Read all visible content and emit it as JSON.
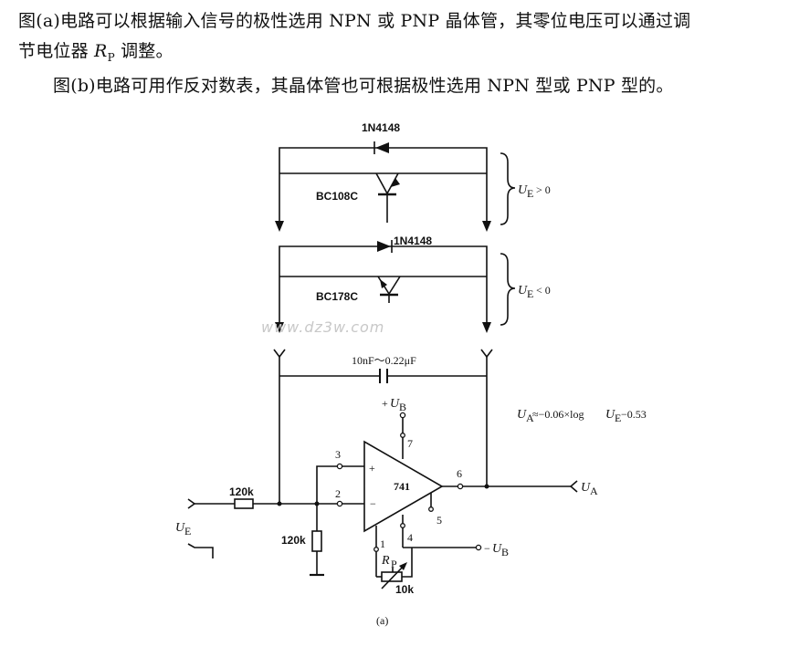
{
  "text": {
    "para1_line1": "图(a)电路可以根据输入信号的极性选用 NPN 或 PNP 晶体管，其零位电压可以通过调",
    "para1_line2_pre": "节电位器 ",
    "para1_rp": "R",
    "para1_rp_sub": "P",
    "para1_line2_post": " 调整。",
    "para2": "图(b)电路可用作反对数表，其晶体管也可根据极性选用 NPN 型或 PNP 型的。"
  },
  "schematic": {
    "diode_top": "1N4148",
    "transistor_top": "BC108C",
    "condition_top": "> 0",
    "diode_bottom": "1N4148",
    "transistor_bottom": "BC178C",
    "condition_bottom": "< 0",
    "ue_main": "U",
    "ue_sub": "E",
    "watermark": "www.dz3w.com",
    "capacitor": "10nF～0.22μF",
    "supply_pos_prefix": "+",
    "supply_u": "U",
    "supply_sub": "B",
    "supply_neg_prefix": "−",
    "formula": "U",
    "formula_sub_a": "A",
    "formula_mid": "≈−0.06×log",
    "formula_u2": "U",
    "formula_sub_e": "E",
    "formula_tail": "−0.53",
    "opamp": "741",
    "pin3": "3",
    "pin2": "2",
    "pin7": "7",
    "pin6": "6",
    "pin5": "5",
    "pin4": "4",
    "pin1": "1",
    "resistor_input": "120k",
    "resistor_ground": "120k",
    "output_u": "U",
    "output_sub": "A",
    "input_u": "U",
    "input_sub": "E",
    "rp": "R",
    "rp_sub": "P",
    "pot_value": "10k",
    "caption": "(a)"
  }
}
